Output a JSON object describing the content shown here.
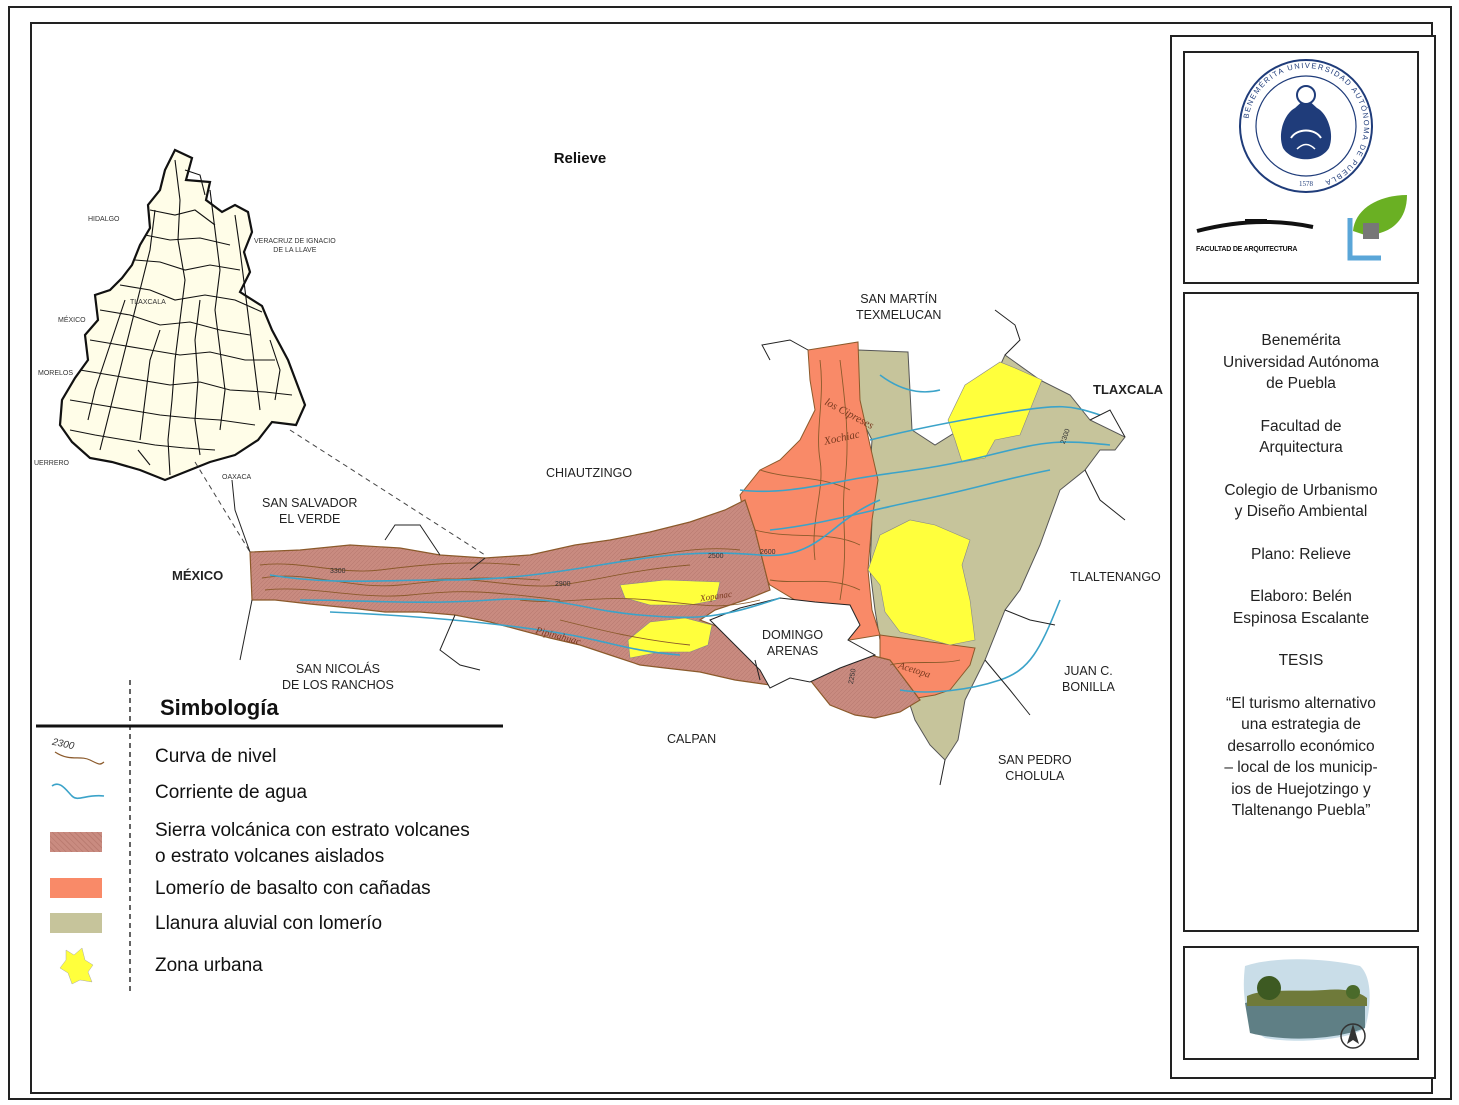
{
  "map": {
    "title": "Relieve",
    "places": {
      "san_martin": [
        "SAN MARTÍN",
        "TEXMELUCAN"
      ],
      "tlaxcala": "TLAXCALA",
      "chiautzingo": "CHIAUTZINGO",
      "san_salvador": [
        "SAN SALVADOR",
        "EL VERDE"
      ],
      "mexico": "MÉXICO",
      "tlaltenango": "TLALTENANGO",
      "domingo_arenas": [
        "DOMINGO",
        "ARENAS"
      ],
      "san_nicolas": [
        "SAN NICOLÁS",
        "DE LOS RANCHOS"
      ],
      "juan_bonilla": [
        "JUAN C.",
        "BONILLA"
      ],
      "calpan": "CALPAN",
      "san_pedro": [
        "SAN PEDRO",
        "CHOLULA"
      ]
    },
    "inset_labels": {
      "hidalgo": "HIDALGO",
      "veracruz": [
        "VERACRUZ DE IGNACIO",
        "DE LA LLAVE"
      ],
      "tlaxcala": "TLAXCALA",
      "mexico": "MÉXICO",
      "morelos": "MORELOS",
      "guerrero": "UERRERO",
      "oaxaca": "OAXACA"
    },
    "river_labels": [
      "los Cipreses",
      "Xochiac",
      "Acetopa",
      "Pipinahuac",
      "Xopanac"
    ],
    "contour_labels": [
      "2300",
      "2500",
      "2600",
      "2900",
      "3300",
      "2250"
    ]
  },
  "legend": {
    "title": "Simbología",
    "contour_sample_label": "2300",
    "items": [
      {
        "label": "Curva de nivel"
      },
      {
        "label": "Corriente de agua"
      },
      {
        "label": "Sierra volcánica con estrato volcanes",
        "label2": "o estrato volcanes aislados",
        "color": "#C98B80"
      },
      {
        "label": "Lomerío de basalto con cañadas",
        "color": "#F98A68"
      },
      {
        "label": "Llanura aluvial con lomerío",
        "color": "#C6C49B"
      },
      {
        "label": "Zona urbana",
        "color": "#FFFF3C"
      }
    ]
  },
  "sidebar": {
    "faculty_label": "FACULTAD DE ARQUITECTURA",
    "seal_ring_text": "BENEMÉRITA UNIVERSIDAD AUTÓNOMA DE PUEBLA",
    "seal_year": "1578",
    "info_lines": [
      [
        "Benemérita",
        "Universidad Autónoma",
        "de Puebla"
      ],
      [
        "Facultad de",
        "Arquitectura"
      ],
      [
        "Colegio de Urbanismo",
        "y Diseño Ambiental"
      ],
      [
        "Plano: Relieve"
      ],
      [
        "Elaboro: Belén",
        "Espinosa Escalante"
      ],
      [
        "TESIS"
      ],
      [
        "“El turismo alternativo",
        "una estrategia de",
        "desarrollo económico",
        "– local de los municip-",
        "ios de Huejotzingo  y",
        "Tlaltenango Puebla”"
      ]
    ]
  },
  "colors": {
    "sierra": "#C98B80",
    "lomerio": "#F98A68",
    "llanura": "#C6C49B",
    "urbana": "#FFFF3C",
    "river": "#3BA3C9",
    "contour": "#8B5A2B"
  }
}
